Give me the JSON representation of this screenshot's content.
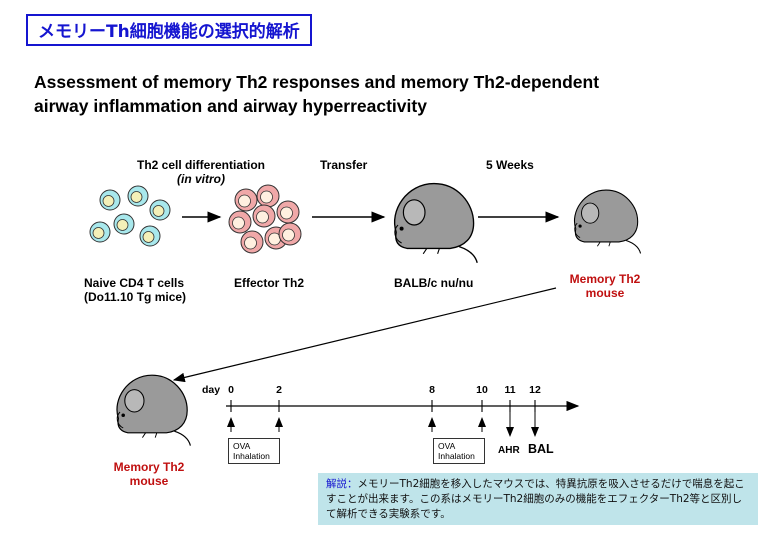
{
  "header": {
    "jp_title": "メモリーTh細胞機能の選択的解析",
    "en_title_line1": "Assessment of memory Th2 responses and memory Th2-dependent",
    "en_title_line2": "airway inflammation and airway hyperreactivity"
  },
  "flow": {
    "step1_label_line1": "Th2 cell differentiation",
    "step1_label_line2": "(in vitro)",
    "transfer_label": "Transfer",
    "weeks_label": "5 Weeks",
    "naive_line1": "Naive CD4 T cells",
    "naive_line2": "(Do11.10 Tg mice)",
    "effector": "Effector Th2",
    "balb": "BALB/c nu/nu",
    "memory_line1": "Memory Th2",
    "memory_line2": "mouse"
  },
  "timeline": {
    "day_label": "day",
    "days": [
      "0",
      "2",
      "8",
      "10",
      "11",
      "12"
    ],
    "ova1_line1": "OVA",
    "ova1_line2": "Inhalation",
    "ova2_line1": "OVA",
    "ova2_line2": "Inhalation",
    "ahr": "AHR",
    "bal": "BAL",
    "mouse_line1": "Memory Th2",
    "mouse_line2": "mouse"
  },
  "note": {
    "heading": "解説：",
    "text": "メモリーTh2細胞を移入したマウスでは、特異抗原を吸入させるだけで喘息を起こすことが出来ます。この系はメモリーTh2細胞のみの機能をエフェクターTh2等と区別して解析できる実験系です。"
  },
  "colors": {
    "title_blue": "#1515d0",
    "memory_red": "#c01010",
    "naive_cell": "#a8e8ec",
    "naive_nucleus": "#f4f0b8",
    "effector_cell": "#f0a8a8",
    "effector_nucleus": "#fff0e0",
    "mouse_gray": "#9a9a9a",
    "note_bg": "#bfe4ea"
  },
  "icons": [
    "naive-cell-icon",
    "effector-cell-icon",
    "mouse-icon",
    "arrow-icon"
  ]
}
